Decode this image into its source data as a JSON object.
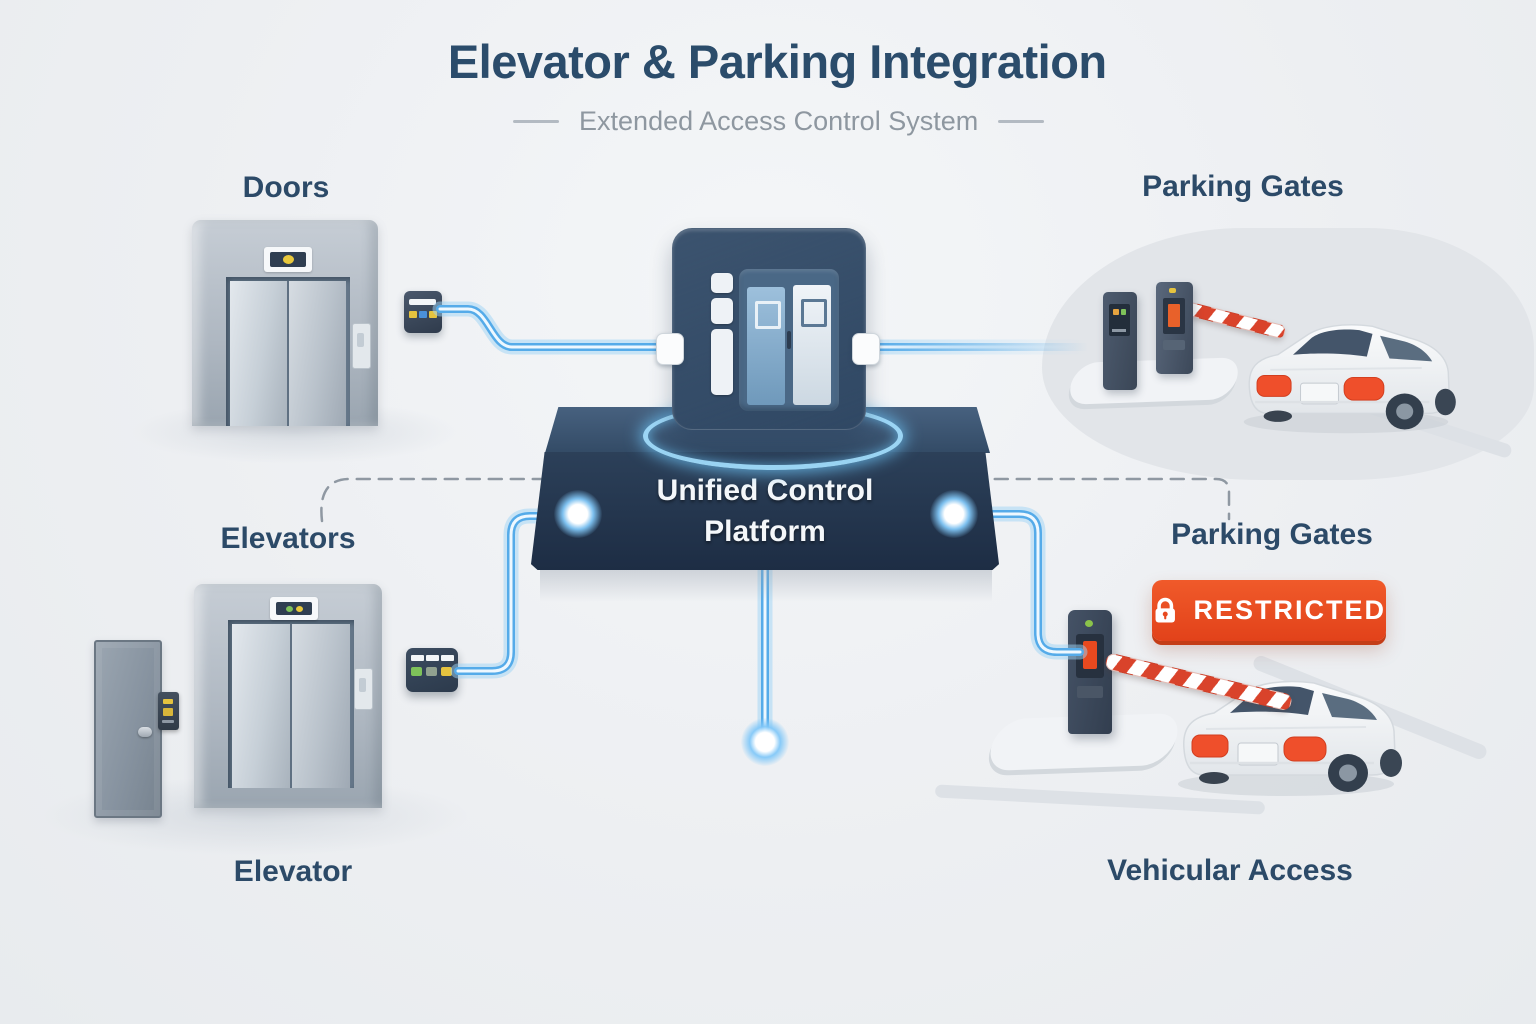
{
  "diagram": {
    "title": "Elevator & Parking Integration",
    "subtitle": "Extended Access Control System",
    "nodes": [
      {
        "id": "doors",
        "label": "Doors"
      },
      {
        "id": "parking-gates-top",
        "label": "Parking Gates"
      },
      {
        "id": "elevators",
        "label": "Elevators"
      },
      {
        "id": "parking-gates-mid",
        "label": "Parking Gates"
      },
      {
        "id": "elevator",
        "label": "Elevator"
      },
      {
        "id": "vehicular-access",
        "label": "Vehicular Access"
      }
    ],
    "center": {
      "line1": "Unified Control",
      "line2": "Platform"
    },
    "badge": {
      "text": "RESTRICTED",
      "color": "#e8491f",
      "icon": "lock-icon"
    }
  },
  "icons": {
    "lock-icon": "white padlock on red badge",
    "elevator-doors-icon": "double sliding doors glyph on navy controller",
    "connector-node-icon": "white square cable connector",
    "glow-dot-icon": "glowing blue connection node"
  },
  "colors": {
    "background": "#edeff2",
    "heading": "#2b4c6b",
    "subtitle_text": "#8e97a0",
    "platform_navy": "#24384f",
    "device_navy": "#38506b",
    "cable_glow_blue": "#57aeea",
    "restricted_red": "#e8491f",
    "barrier_red": "#d9432b",
    "elevator_gray": "#b0b9c2",
    "terminal_slate": "#3e4a5c",
    "car_white": "#f3f5f7"
  }
}
